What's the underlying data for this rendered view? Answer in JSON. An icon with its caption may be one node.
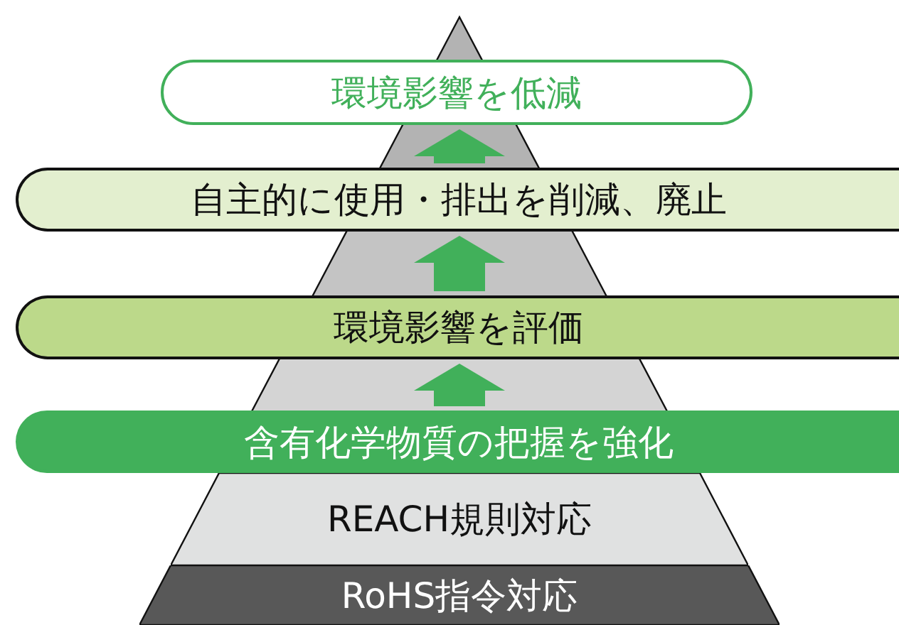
{
  "diagram": {
    "nodes": [
      {
        "text": [
          "環境影響を低減"
        ]
      },
      {
        "text": [
          "自主的に使用・排出を削減、廃止"
        ]
      },
      {
        "text": [
          "環境影響を評価"
        ]
      },
      {
        "text": [
          "含有化学物質の把握を強化"
        ]
      },
      {
        "text": [
          "REACH規則対応"
        ]
      },
      {
        "text": [
          "RoHS指令対応"
        ]
      }
    ],
    "edges": [
      {
        "from": 3,
        "to": 2,
        "arrow": "to"
      },
      {
        "from": 2,
        "to": 1,
        "arrow": "to"
      },
      {
        "from": 1,
        "to": 0,
        "arrow": "to"
      }
    ]
  }
}
